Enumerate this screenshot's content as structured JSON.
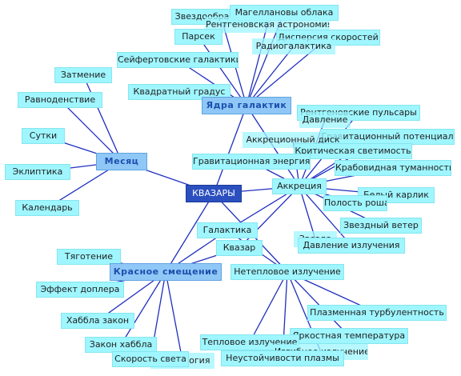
{
  "diagram": {
    "root": "КВАЗАРЫ",
    "hubs": {
      "nuclei": "Ядра галактик",
      "month": "Месяц",
      "accretion": "Аккреция",
      "redshift": "Красное смещение"
    },
    "leaves": {
      "star_formation": "Звездообразование",
      "magellanic_clouds": "Магеллановы облака",
      "xray_astronomy": "Рентгеновская астрономия",
      "parsec": "Парсек",
      "velocity_dispersion": "Дисперсия скоростей",
      "radio_galaxy": "Радиогалактика",
      "seyfert_galaxies": "Сейфертовские галактики",
      "square_degree": "Квадратный градус",
      "eclipse": "Затмение",
      "equinox": "Равноденствие",
      "day": "Сутки",
      "ecliptic": "Эклиптика",
      "calendar": "Календарь",
      "xray_pulsars": "Рентгеновские пульсары",
      "pressure": "Давление",
      "grav_potential": "Гравитационный потенциал",
      "accretion_disk": "Аккреционный диск",
      "critical_luminosity": "Критическая светимость",
      "grav_energy": "Гравитационная энергия",
      "crab_nebula": "Крабовидная туманность",
      "white_dwarf": "Белый карлик",
      "roche_lobe": "Полость роша",
      "stellar_wind": "Звездный ветер",
      "star": "Звезда",
      "radiation_pressure": "Давление излучения",
      "galaxy": "Галактика",
      "quasar": "Квазар",
      "nonthermal_radiation": "Нетепловое излучение",
      "gravitation": "Тяготение",
      "doppler_effect": "Эффект доплера",
      "hubble_law": "Хаббла закон",
      "hubble_law2": "Закон хаббла",
      "velocity": "Скорость света",
      "cosmology": "Космология",
      "plasma_turbulence": "Плазменная турбулентность",
      "brightness_temp": "Яркостная температура",
      "thermal_radiation": "Тепловое излучение",
      "bending_radiation": "Изгибное излучение",
      "plasma_instability": "Неустойчивости плазмы"
    },
    "colors": {
      "edge": "#1f2fc0",
      "leaf_fill": "#9ff6ff",
      "hub_fill": "#8fc8f6",
      "hub_text": "#1b4fae",
      "root_fill": "#2b4fbe"
    }
  }
}
